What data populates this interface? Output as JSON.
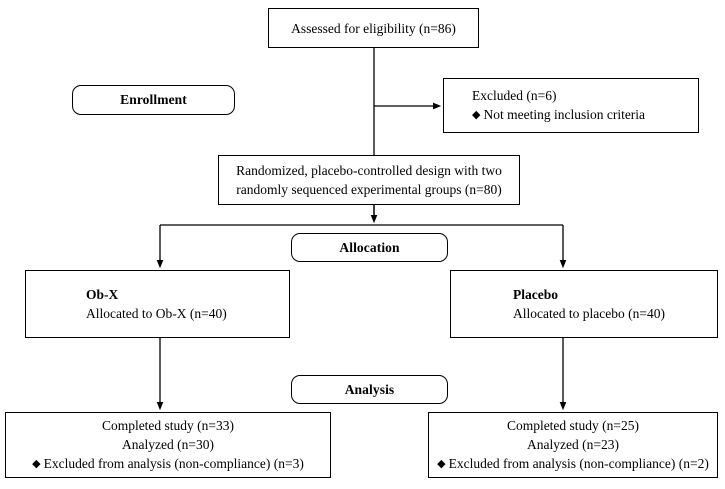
{
  "diagram": {
    "type": "consort-flow-diagram",
    "stage_labels": [
      {
        "id": "enrollment",
        "text": "Enrollment"
      },
      {
        "id": "allocation",
        "text": "Allocation"
      },
      {
        "id": "analysis",
        "text": "Analysis"
      }
    ],
    "boxes": {
      "assessed": {
        "line1": "Assessed for eligibility (n=86)"
      },
      "excluded": {
        "line1": "Excluded (n=6)",
        "bullet_marker": "◆",
        "line2": "Not meeting inclusion criteria"
      },
      "randomized": {
        "line1": "Randomized, placebo-controlled design with two",
        "line2": "randomly sequenced experimental groups (n=80)"
      },
      "allocation_left": {
        "title": "Ob-X",
        "line1": "Allocated to Ob-X (n=40)"
      },
      "allocation_right": {
        "title": "Placebo",
        "line1": "Allocated to placebo (n=40)"
      },
      "analysis_left": {
        "line1": "Completed study (n=33)",
        "line2": "Analyzed (n=30)",
        "bullet_marker": "◆",
        "line3": "Excluded from analysis (non-compliance) (n=3)"
      },
      "analysis_right": {
        "line1": "Completed study (n=25)",
        "line2": "Analyzed (n=23)",
        "bullet_marker": "◆",
        "line3": "Excluded from analysis (non-compliance) (n=2)"
      }
    },
    "colors": {
      "stroke": "#000000",
      "background": "#ffffff",
      "text": "#000000"
    }
  }
}
